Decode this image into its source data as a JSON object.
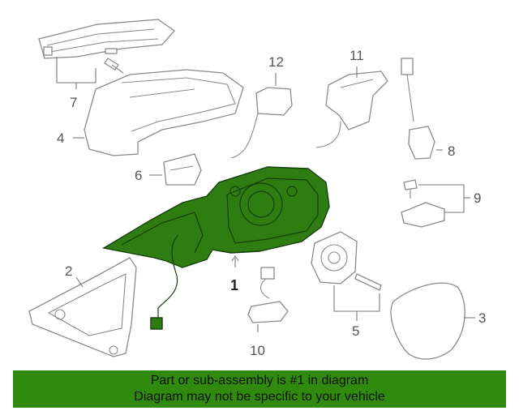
{
  "callouts": {
    "c1": "1",
    "c2": "2",
    "c3": "3",
    "c4": "4",
    "c5": "5",
    "c6": "6",
    "c7": "7",
    "c8": "8",
    "c9": "9",
    "c10": "10",
    "c11": "11",
    "c12": "12"
  },
  "banner": {
    "line1": "Part or sub-assembly is #1 in diagram",
    "line2": "Diagram may not be specific to your vehicle"
  },
  "colors": {
    "highlight": "#2f7d12",
    "banner": "#2f8a0e"
  }
}
